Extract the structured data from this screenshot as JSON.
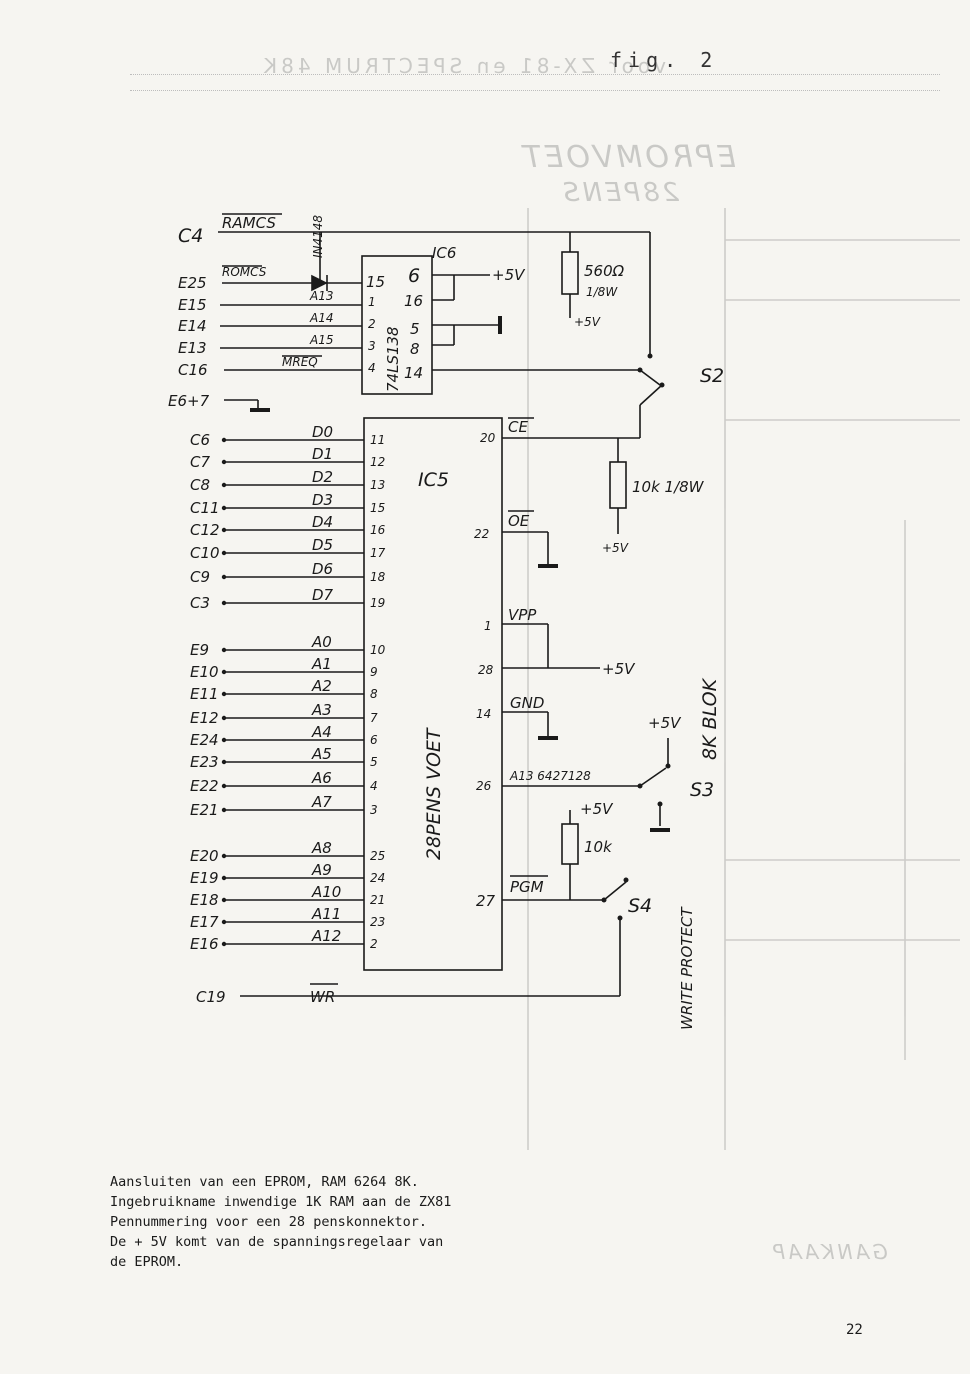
{
  "figure": {
    "title": "fig. 2"
  },
  "ghost_text": {
    "header": "voor ZX-81 en SPECTRUM 48K",
    "socket_title": "EPROMVOET",
    "socket_pins": "28PENS",
    "blank": "GANKAAP"
  },
  "left_signals": {
    "top": [
      "C4",
      "E25",
      "E15",
      "E14",
      "E13",
      "C16",
      "E6+7"
    ],
    "data": [
      "C6",
      "C7",
      "C8",
      "C11",
      "C12",
      "C10",
      "C9",
      "C3"
    ],
    "addr": [
      "E9",
      "E10",
      "E11",
      "E12",
      "E24",
      "E23",
      "E22",
      "E21",
      "E20",
      "E19",
      "E18",
      "E17",
      "E16"
    ],
    "wr": "C19"
  },
  "bus_names": {
    "ramcs": "RAMCS",
    "romcs": "ROMCS",
    "diode": "IN4148",
    "a13": "A13",
    "a14": "A14",
    "a15": "A15",
    "mreq": "MREQ",
    "wr": "WR",
    "data": [
      "D0",
      "D1",
      "D2",
      "D3",
      "D4",
      "D5",
      "D6",
      "D7"
    ],
    "addr": [
      "A0",
      "A1",
      "A2",
      "A3",
      "A4",
      "A5",
      "A6",
      "A7",
      "A8",
      "A9",
      "A10",
      "A11",
      "A12"
    ]
  },
  "ic6": {
    "name": "IC6",
    "part": "74LS138",
    "pins_left": [
      "15",
      "1",
      "2",
      "3",
      "4"
    ],
    "pins_right": [
      "6",
      "16",
      "5",
      "8",
      "14"
    ]
  },
  "ic5": {
    "name": "IC5",
    "socket_label": "28PENS VOET",
    "data_pins": [
      "11",
      "12",
      "13",
      "15",
      "16",
      "17",
      "18",
      "19"
    ],
    "addr_pins": [
      "10",
      "9",
      "8",
      "7",
      "6",
      "5",
      "4",
      "3",
      "25",
      "24",
      "21",
      "23",
      "2"
    ],
    "right_pins": {
      "ce": "20",
      "oe": "22",
      "vpp": "1",
      "vcc": "28",
      "gnd": "14",
      "a13": "26",
      "pgm": "27"
    },
    "right_names": {
      "ce": "CE",
      "oe": "OE",
      "vpp": "VPP",
      "gnd": "GND",
      "a13": "A13 6427128",
      "pgm": "PGM"
    }
  },
  "supply": "+5V",
  "resistors": {
    "r1": "560Ω",
    "r1_power": "1/8W",
    "r2": "10k 1/8W",
    "r3": "10k"
  },
  "switches": {
    "s2": "S2",
    "s3": "S3",
    "s4": "S4",
    "s3_label": "8K BLOK",
    "s4_label": "WRITE PROTECT"
  },
  "caption": [
    "Aansluiten van een EPROM, RAM 6264 8K.",
    "Ingebruikname inwendige 1K RAM aan de ZX81",
    "Pennummering voor een 28 penskonnektor.",
    "De + 5V komt van de spanningsregelaar van",
    "de EPROM."
  ],
  "page_number": "22"
}
